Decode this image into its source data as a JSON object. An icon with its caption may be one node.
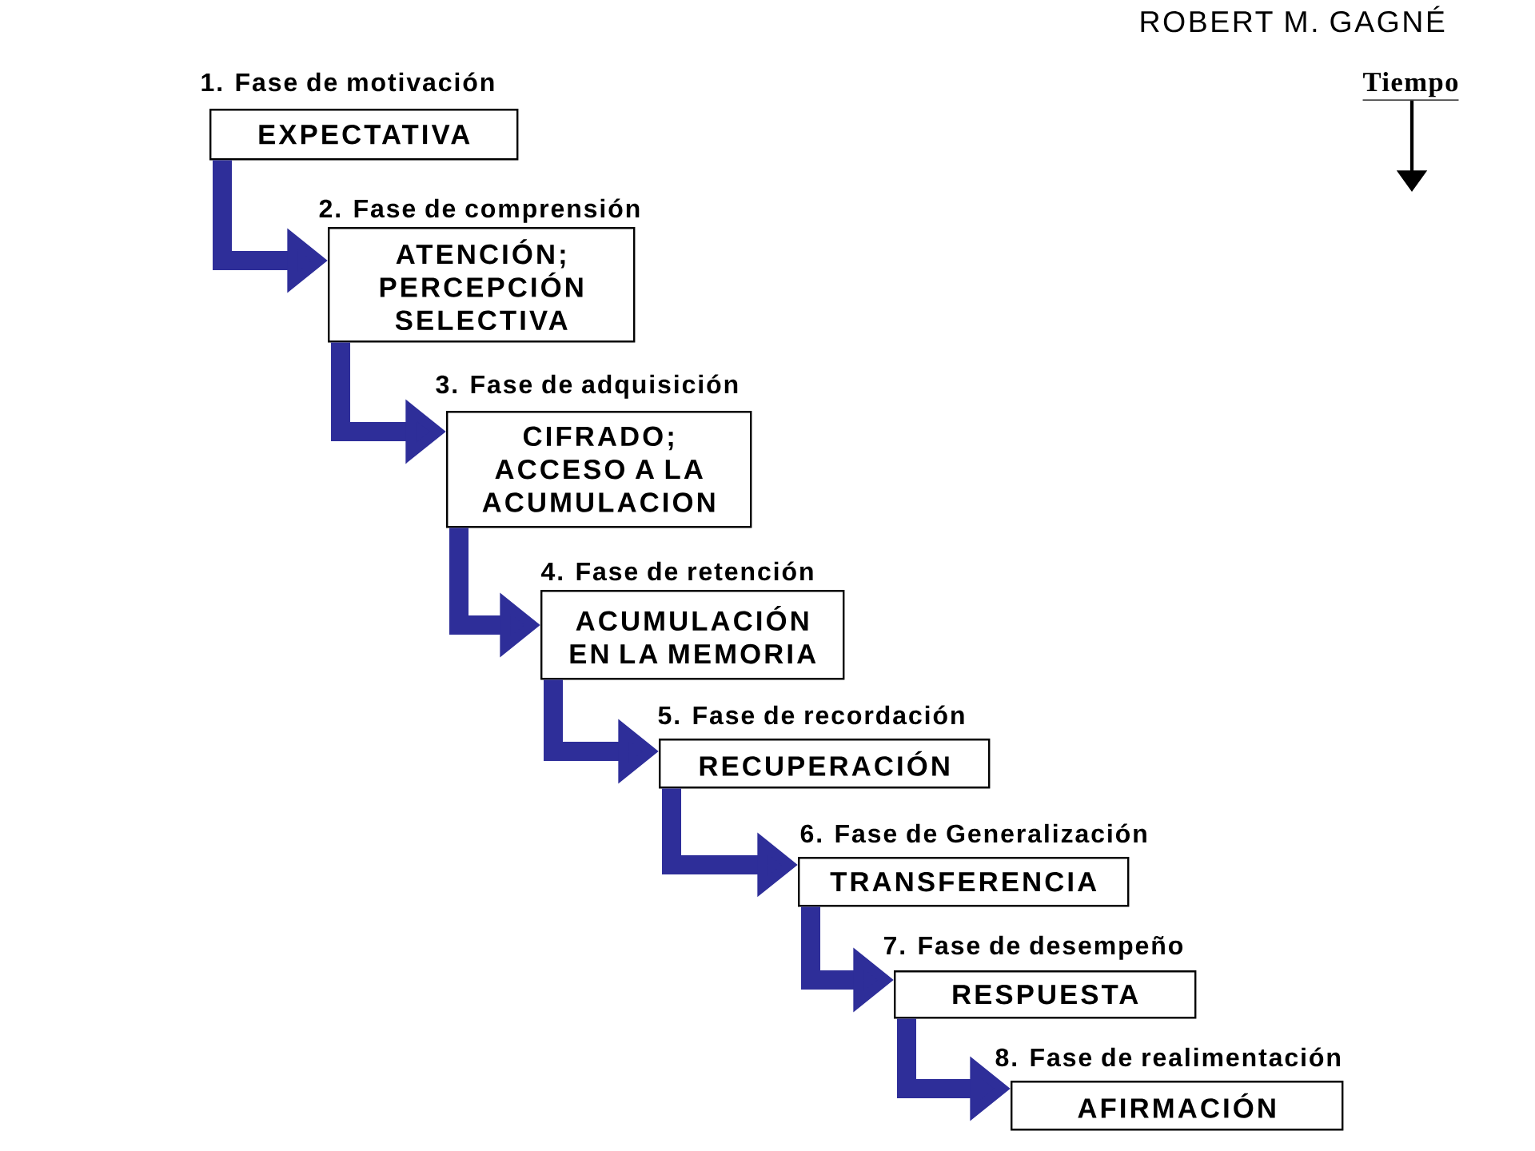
{
  "diagram": {
    "title": "ROBERT M. GAGNÉ",
    "nodes": [
      {
        "text": [
          "1. Fase de motivación",
          "EXPECTATIVA"
        ]
      },
      {
        "text": [
          "2. Fase de comprensión",
          "ATENCIÓN; PERCEPCIÓN SELECTIVA"
        ]
      },
      {
        "text": [
          "3. Fase de adquisición",
          "CIFRADO; ACCESO A LA ACUMULACION"
        ]
      },
      {
        "text": [
          "4. Fase de retención",
          "ACUMULACIÓN EN LA MEMORIA"
        ]
      },
      {
        "text": [
          "5. Fase de recordación",
          "RECUPERACIÓN"
        ]
      },
      {
        "text": [
          "6. Fase de Generalización",
          "TRANSFERENCIA"
        ]
      },
      {
        "text": [
          "7. Fase de desempeño",
          "RESPUESTA"
        ]
      },
      {
        "text": [
          "8. Fase de realimentación",
          "AFIRMACIÓN"
        ]
      }
    ],
    "edges": [
      {
        "from": 0,
        "to": 1,
        "arrow": "to"
      },
      {
        "from": 1,
        "to": 2,
        "arrow": "to"
      },
      {
        "from": 2,
        "to": 3,
        "arrow": "to"
      },
      {
        "from": 3,
        "to": 4,
        "arrow": "to"
      },
      {
        "from": 4,
        "to": 5,
        "arrow": "to"
      },
      {
        "from": 5,
        "to": 6,
        "arrow": "to"
      },
      {
        "from": 6,
        "to": 7,
        "arrow": "to"
      }
    ],
    "labels": [
      "Tiempo"
    ]
  }
}
